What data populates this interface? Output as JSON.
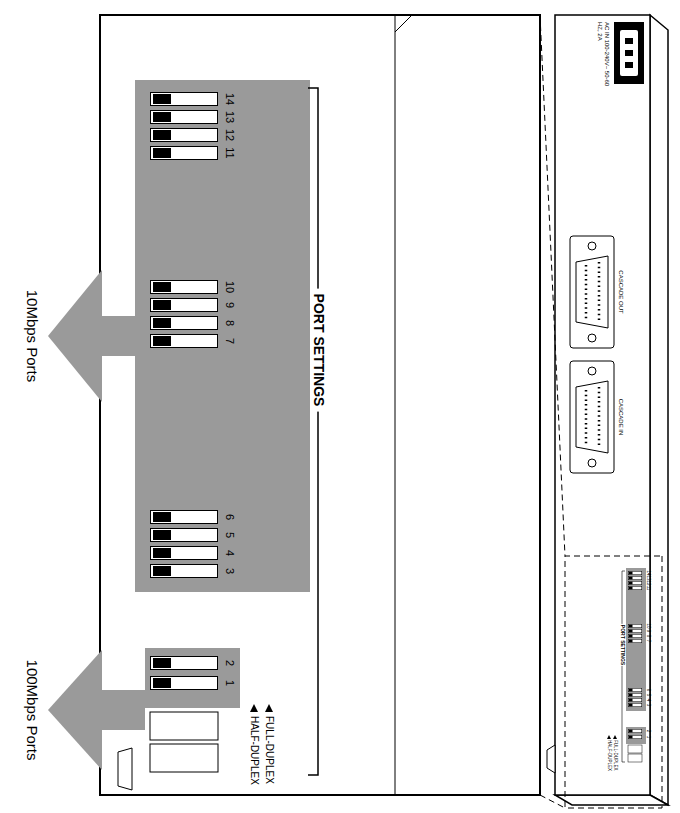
{
  "diagram": {
    "labels": [
      "AC IN 100-240V~ 50-60 HZ, 2A",
      "CASCADE OUT",
      "CASCADE IN",
      "14",
      "13",
      "12",
      "11",
      "10",
      "9",
      "8",
      "7",
      "6",
      "5",
      "4",
      "3",
      "2",
      "1",
      "PORT SETTINGS",
      "HALF-DUPLEX",
      "FULL-DUPLEX",
      "14",
      "13",
      "12",
      "11",
      "10",
      "9",
      "8",
      "7",
      "6",
      "5",
      "4",
      "3",
      "2",
      "1",
      "PORT SETTINGS",
      "HALF-DUPLEX",
      "FULL-DUPLEX",
      "10Mbps Ports",
      "100Mbps Ports"
    ]
  }
}
